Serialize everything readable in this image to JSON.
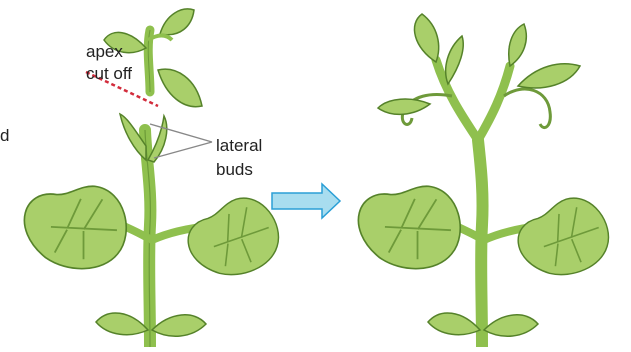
{
  "labels": {
    "apex_line1": "apex",
    "apex_line2": "cut off",
    "lateral_line1": "lateral",
    "lateral_line2": "buds",
    "left_edge_fragment": "d"
  },
  "colors": {
    "leaf_fill": "#a9cf6a",
    "leaf_stroke": "#55822a",
    "vein": "#6e9a3a",
    "stem": "#8fc04e",
    "cut_line": "#d22c3c",
    "pointer": "#888888",
    "arrow_fill": "#a8ddef",
    "arrow_stroke": "#2a9fd6"
  },
  "icons": {
    "transition_arrow": "right-arrow-icon"
  }
}
